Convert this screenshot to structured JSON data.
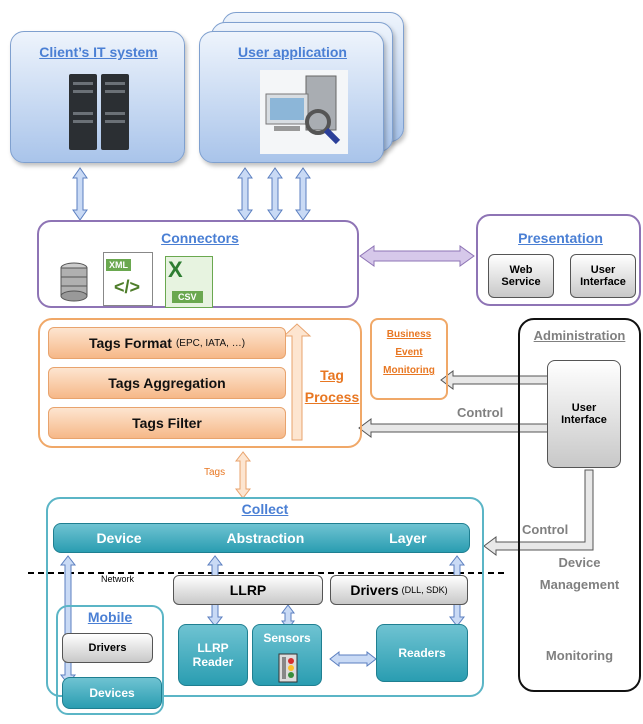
{
  "client": {
    "title": "Client’s IT system"
  },
  "userapp": {
    "title": "User application"
  },
  "connectors": {
    "title": "Connectors",
    "xml_label": "XML",
    "csv_label": "CSV",
    "excel_letter": "X"
  },
  "presentation": {
    "title": "Presentation",
    "web_service": "Web Service",
    "user_interface": "User Interface"
  },
  "tagprocess": {
    "format_label": "Tags Format",
    "format_note": "(EPC, IATA, …)",
    "aggregation_label": "Tags Aggregation",
    "filter_label": "Tags Filter",
    "title_line1": "Tag",
    "title_line2": "Process"
  },
  "bem": {
    "line1": "Business",
    "line2": "Event",
    "line3": "Monitoring"
  },
  "administration": {
    "title": "Administration",
    "user_interface": "User Interface",
    "device_management": "Device Management",
    "monitoring": "Monitoring"
  },
  "control_label": "Control",
  "tags_label": "Tags",
  "collect": {
    "title": "Collect",
    "device": "Device",
    "abstraction": "Abstraction",
    "layer": "Layer",
    "network": "Network",
    "llrp": "LLRP",
    "drivers_label": "Drivers",
    "drivers_note": "(DLL, SDK)",
    "llrp_reader": "LLRP Reader",
    "sensors": "Sensors",
    "readers": "Readers"
  },
  "mobile": {
    "title": "Mobile",
    "drivers": "Drivers",
    "devices": "Devices"
  },
  "colors": {
    "blue_link": "#4a7fd4",
    "orange": "#e87722",
    "purple": "#8e74b5",
    "teal": "#2a9db1"
  }
}
